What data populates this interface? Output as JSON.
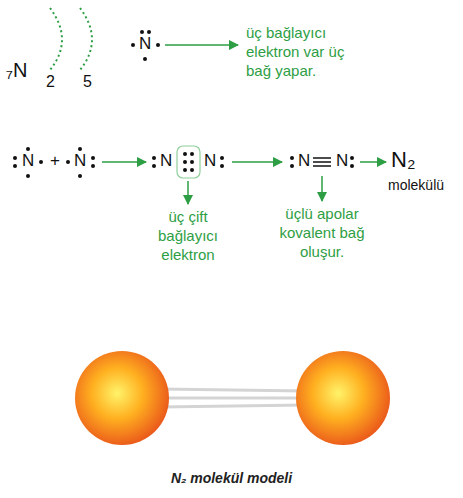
{
  "diagram": {
    "caption": "N₂ molekül modeli",
    "labels": [
      "₇N",
      "2",
      "5",
      "N",
      "üç bağlayıcı elektron var üç bağ yapar.",
      "N",
      "+",
      "N",
      "N",
      "N",
      "N",
      "N",
      "N₂",
      "molekülü",
      "üç çift bağlayıcı elektron",
      "üçlü apolar kovalent bağ oluşur."
    ]
  }
}
